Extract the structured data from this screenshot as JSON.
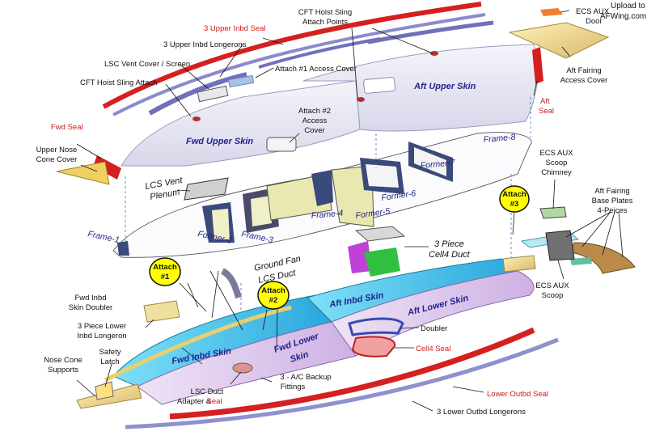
{
  "watermark": {
    "line1": "Upload to",
    "line2": "AFWing.com"
  },
  "labels": {
    "upper_inbd_seal": "3 Upper Inbd Seal",
    "upper_inbd_longerons": "3 Upper Inbd Longerons",
    "lsc_vent_cover": "LSC Vent Cover / Screen",
    "cft_hoist_sling_attach": "CFT Hoist Sling Attach",
    "cft_hoist_sling_points_1": "CFT Hoist Sling",
    "cft_hoist_sling_points_2": "Attach Points",
    "attach1_access_cover": "Attach #1 Access Cover",
    "attach2_access_cover_1": "Attach #2",
    "attach2_access_cover_2": "Access",
    "attach2_access_cover_3": "Cover",
    "aft_upper_skin": "Aft Upper Skin",
    "fwd_upper_skin": "Fwd Upper Skin",
    "ecs_aux_door_1": "ECS AUX",
    "ecs_aux_door_2": "Door",
    "aft_fairing_access_cover_1": "Aft Fairing",
    "aft_fairing_access_cover_2": "Access Cover",
    "aft_seal_1": "Aft",
    "aft_seal_2": "Seal",
    "fwd_seal": "Fwd Seal",
    "upper_nose_cone_cover_1": "Upper Nose",
    "upper_nose_cone_cover_2": "Cone Cover",
    "ecs_aux_scoop_chimney_1": "ECS AUX",
    "ecs_aux_scoop_chimney_2": "Scoop",
    "ecs_aux_scoop_chimney_3": "Chimney",
    "frame_8": "Frame-8",
    "former_7": "Former-7",
    "former_6": "Former-6",
    "former_5": "Former-5",
    "frame_4": "Frame-4",
    "frame_3": "Frame-3",
    "former_2": "Former-2",
    "frame_1": "Frame-1",
    "lcs_vent_plenum_1": "LCS Vent",
    "lcs_vent_plenum_2": "Plenum",
    "aft_fairing_base_plates_1": "Aft Fairing",
    "aft_fairing_base_plates_2": "Base Plates",
    "aft_fairing_base_plates_3": "4-Peices",
    "piece_cell4_duct_1": "3 Piece",
    "piece_cell4_duct_2": "Cell4 Duct",
    "ground_fan_1": "Ground Fan",
    "ground_fan_2": "LCS Duct",
    "fwd_inbd_skin_doubler_1": "Fwd Inbd",
    "fwd_inbd_skin_doubler_2": "Skin Doubler",
    "lower_inbd_longeron_1": "3 Piece Lower",
    "lower_inbd_longeron_2": "Inbd Longeron",
    "aft_inbd_skin": "Aft Inbd Skin",
    "aft_lower_skin": "Aft Lower Skin",
    "ecs_aux_scoop_1": "ECS AUX",
    "ecs_aux_scoop_2": "Scoop",
    "doubler": "Doubler",
    "cell4_seal": "Cell4 Seal",
    "fwd_inbd_skin": "Fwd Inbd Skin",
    "fwd_lower_skin_1": "Fwd Lower",
    "fwd_lower_skin_2": "Skin",
    "nose_cone_supports_1": "Nose Cone",
    "nose_cone_supports_2": "Supports",
    "safety_latch_1": "Safety",
    "safety_latch_2": "Latch",
    "ac_backup_fittings_1": "3 - A/C Backup",
    "ac_backup_fittings_2": "Fittings",
    "lsc_duct_adapter_1": "LSC Duct",
    "lsc_duct_adapter_2": "Adapter &",
    "lsc_duct_adapter_seal": "Seal",
    "lower_outbd_seal": "Lower Outbd Seal",
    "lower_outbd_longerons": "3 Lower Outbd Longerons"
  },
  "callouts": {
    "attach1": {
      "word": "Attach",
      "num": "#1"
    },
    "attach2": {
      "word": "Attach",
      "num": "#2"
    },
    "attach3": {
      "word": "Attach",
      "num": "#3"
    }
  },
  "colors": {
    "seal_red": "#d42020",
    "longeron_blue": "#8080cc",
    "upper_skin": "#e6e6f3",
    "callout_yellow": "#ffff00",
    "inbd_skin_cyan": "#47c8ee",
    "lower_skin_pink": "#dcc6ec",
    "tan_part": "#e8cf8e",
    "frame_fill": "#f0f0c8"
  }
}
